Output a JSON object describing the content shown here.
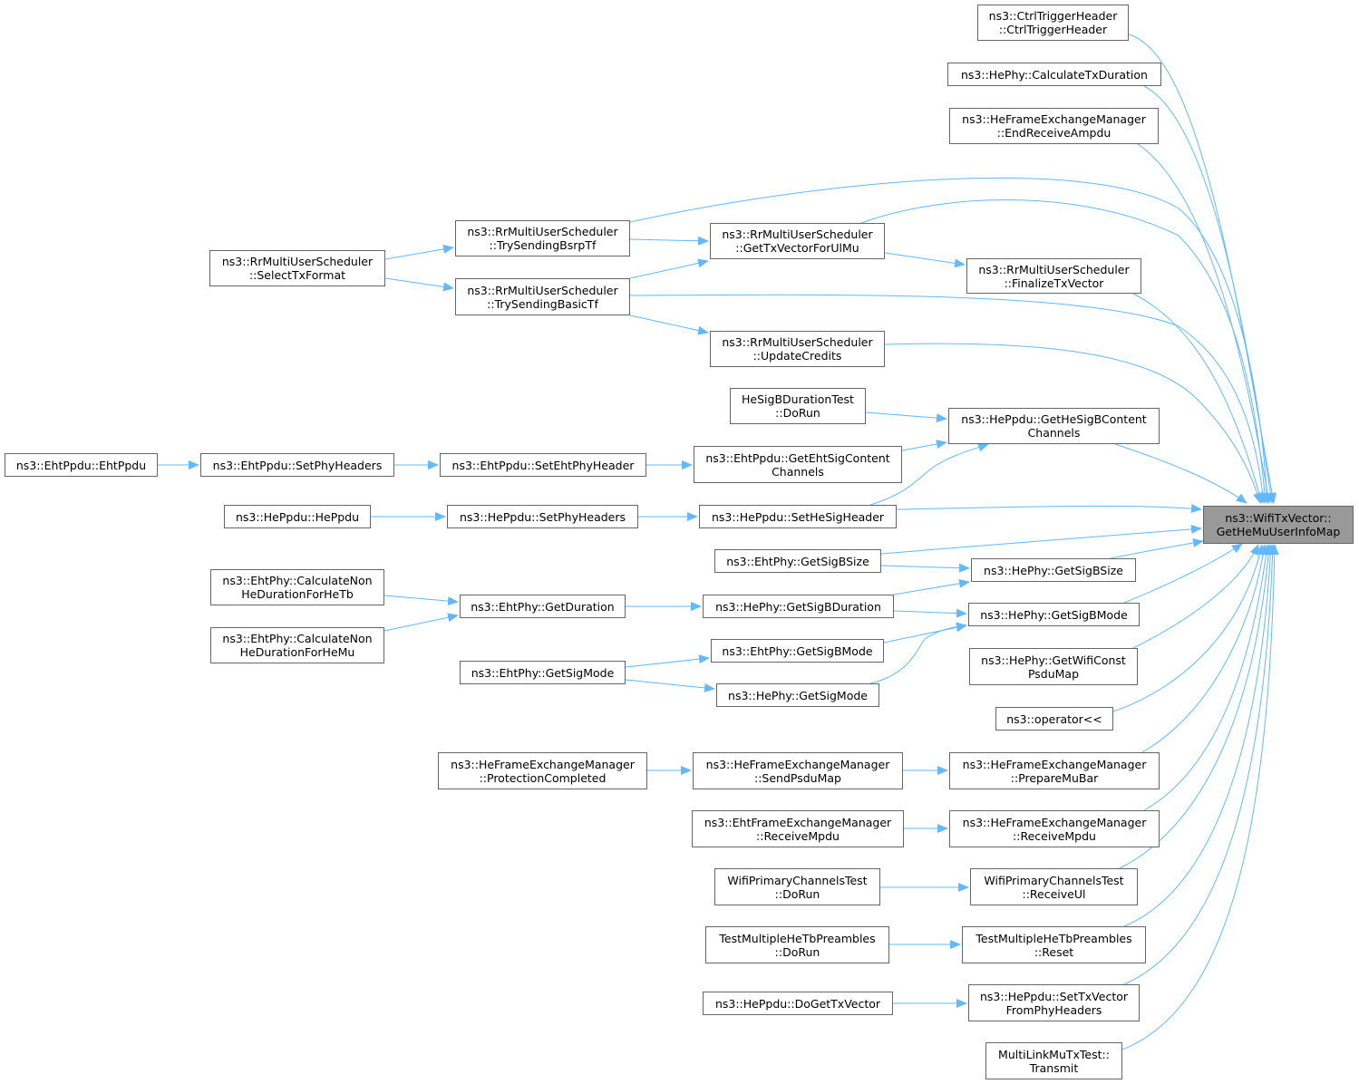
{
  "graph": {
    "root": "ns3::WifiTxVector::\nGetHeMuUserInfoMap",
    "nodes": {
      "ctrl": "ns3::CtrlTriggerHeader\n::CtrlTriggerHeader",
      "calcTxDur": "ns3::HePhy::CalculateTxDuration",
      "endRecvAmpdu": "ns3::HeFrameExchangeManager\n::EndReceiveAmpdu",
      "selectTx": "ns3::RrMultiUserScheduler\n::SelectTxFormat",
      "bsrp": "ns3::RrMultiUserScheduler\n::TrySendingBsrpTf",
      "basic": "ns3::RrMultiUserScheduler\n::TrySendingBasicTf",
      "getTxUl": "ns3::RrMultiUserScheduler\n::GetTxVectorForUlMu",
      "finalize": "ns3::RrMultiUserScheduler\n::FinalizeTxVector",
      "credits": "ns3::RrMultiUserScheduler\n::UpdateCredits",
      "sigbTest": "HeSigBDurationTest\n::DoRun",
      "heSigBCont": "ns3::HePpdu::GetHeSigBContent\nChannels",
      "ehtPpduCtor": "ns3::EhtPpdu::EhtPpdu",
      "ehtSetPhyHdr": "ns3::EhtPpdu::SetPhyHeaders",
      "ehtSetEhtPhy": "ns3::EhtPpdu::SetEhtPhyHeader",
      "ehtSigCont": "ns3::EhtPpdu::GetEhtSigContent\nChannels",
      "hePpduCtor": "ns3::HePpdu::HePpdu",
      "heSetPhyHdr": "ns3::HePpdu::SetPhyHeaders",
      "heSetSig": "ns3::HePpdu::SetHeSigHeader",
      "ehtSigBSize": "ns3::EhtPhy::GetSigBSize",
      "heSigBSize": "ns3::HePhy::GetSigBSize",
      "calcNonTb": "ns3::EhtPhy::CalculateNon\nHeDurationForHeTb",
      "calcNonMu": "ns3::EhtPhy::CalculateNon\nHeDurationForHeMu",
      "ehtGetDur": "ns3::EhtPhy::GetDuration",
      "heSigBDur": "ns3::HePhy::GetSigBDuration",
      "heSigBMode": "ns3::HePhy::GetSigBMode",
      "ehtSigBMode": "ns3::EhtPhy::GetSigBMode",
      "ehtSigMode": "ns3::EhtPhy::GetSigMode",
      "heSigMode": "ns3::HePhy::GetSigMode",
      "wifiConst": "ns3::HePhy::GetWifiConst\nPsduMap",
      "opShift": "ns3::operator<<",
      "protCompl": "ns3::HeFrameExchangeManager\n::ProtectionCompleted",
      "sendPsdu": "ns3::HeFrameExchangeManager\n::SendPsduMap",
      "prepMuBar": "ns3::HeFrameExchangeManager\n::PrepareMuBar",
      "ehtRecvMpdu": "ns3::EhtFrameExchangeManager\n::ReceiveMpdu",
      "heRecvMpdu": "ns3::HeFrameExchangeManager\n::ReceiveMpdu",
      "primDoRun": "WifiPrimaryChannelsTest\n::DoRun",
      "primRecvUl": "WifiPrimaryChannelsTest\n::ReceiveUl",
      "tmhDoRun": "TestMultipleHeTbPreambles\n::DoRun",
      "tmhReset": "TestMultipleHeTbPreambles\n::Reset",
      "doGetTx": "ns3::HePpdu::DoGetTxVector",
      "setTxFrom": "ns3::HePpdu::SetTxVector\nFromPhyHeaders",
      "mlmu": "MultiLinkMuTxTest::\nTransmit"
    }
  },
  "colors": {
    "edge": "#63b8ff",
    "rootFill": "#999999",
    "border": "#666666"
  }
}
